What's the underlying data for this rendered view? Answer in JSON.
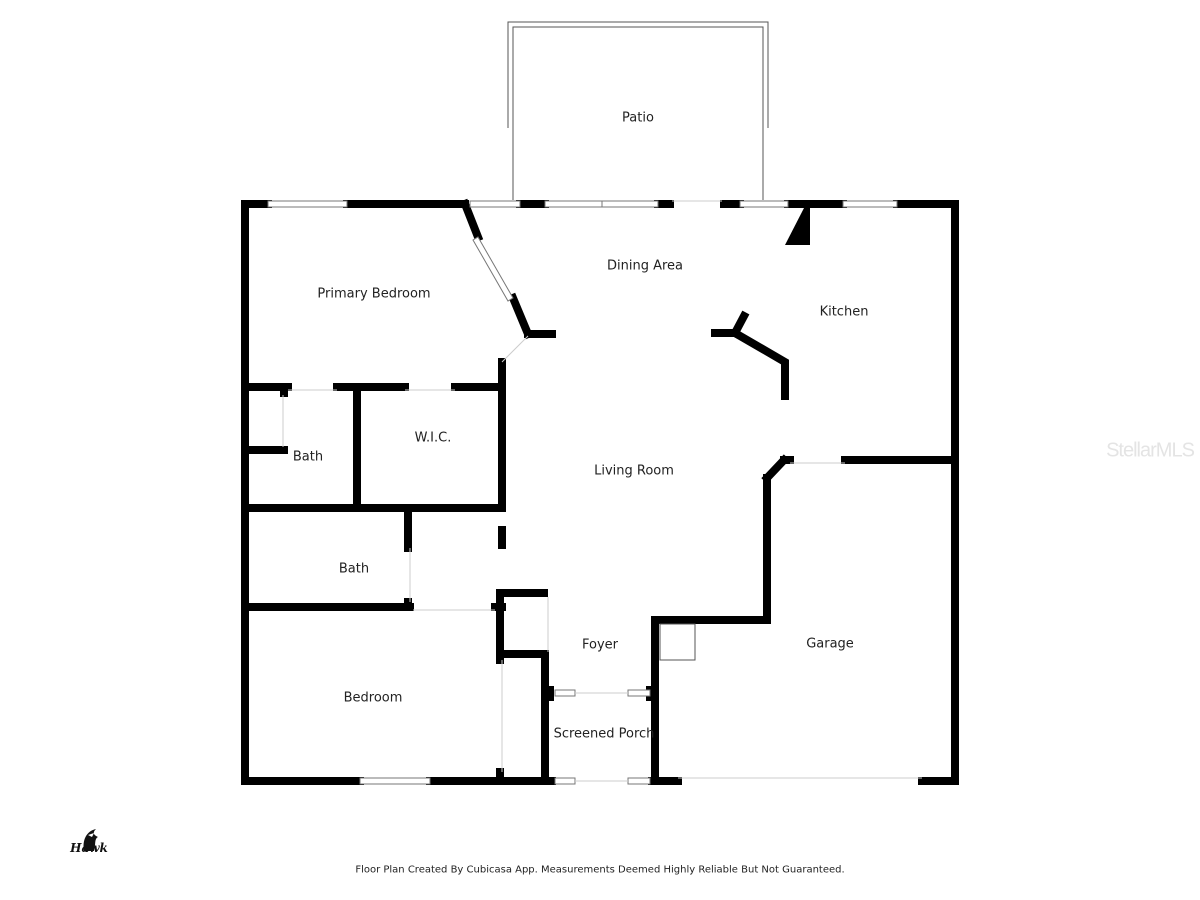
{
  "rooms": {
    "patio": "Patio",
    "dining_area": "Dining Area",
    "primary_bedroom": "Primary Bedroom",
    "kitchen": "Kitchen",
    "bath_1": "Bath",
    "wic": "W.I.C.",
    "living_room": "Living Room",
    "bath_2": "Bath",
    "foyer": "Foyer",
    "garage": "Garage",
    "bedroom": "Bedroom",
    "screened_porch": "Screened Porch"
  },
  "footer": "Floor Plan Created By Cubicasa App. Measurements Deemed Highly Reliable But Not Guaranteed.",
  "watermark": "StellarMLS",
  "logo": "Hawk",
  "colors": {
    "wall": "#000000",
    "window": "#9a9a9a",
    "background": "#ffffff"
  }
}
